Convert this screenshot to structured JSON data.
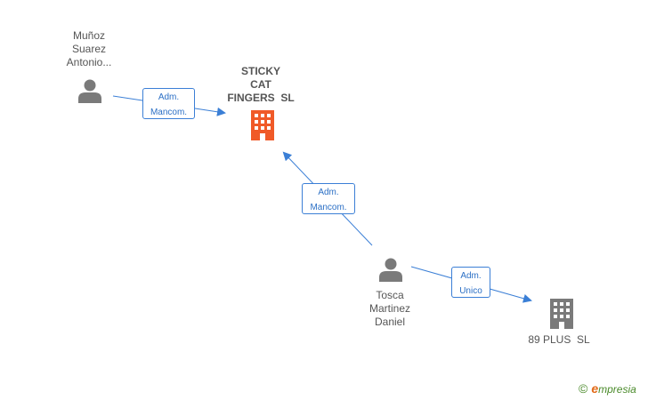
{
  "colors": {
    "edge": "#3b7fd6",
    "person_icon": "#7a7a7a",
    "company_main": "#f05a28",
    "company_other": "#7a7a7a"
  },
  "persons": [
    {
      "id": "p1",
      "lines": [
        "Muñoz",
        "Suarez",
        "Antonio..."
      ]
    },
    {
      "id": "p2",
      "lines": [
        "Tosca",
        "Martinez",
        "Daniel"
      ]
    }
  ],
  "companies": [
    {
      "id": "c1",
      "lines": [
        "STICKY",
        "CAT",
        "FINGERS  SL"
      ]
    },
    {
      "id": "c2",
      "lines": [
        "89 PLUS  SL"
      ]
    }
  ],
  "relations": [
    {
      "from": "p1",
      "to": "c1",
      "lines": [
        "Adm.",
        "Mancom."
      ]
    },
    {
      "from": "p2",
      "to": "c1",
      "lines": [
        "Adm.",
        "Mancom."
      ]
    },
    {
      "from": "p2",
      "to": "c2",
      "lines": [
        "Adm.",
        "Unico"
      ]
    }
  ],
  "brand": {
    "copyright": "©",
    "e": "e",
    "rest": "mpresia"
  }
}
